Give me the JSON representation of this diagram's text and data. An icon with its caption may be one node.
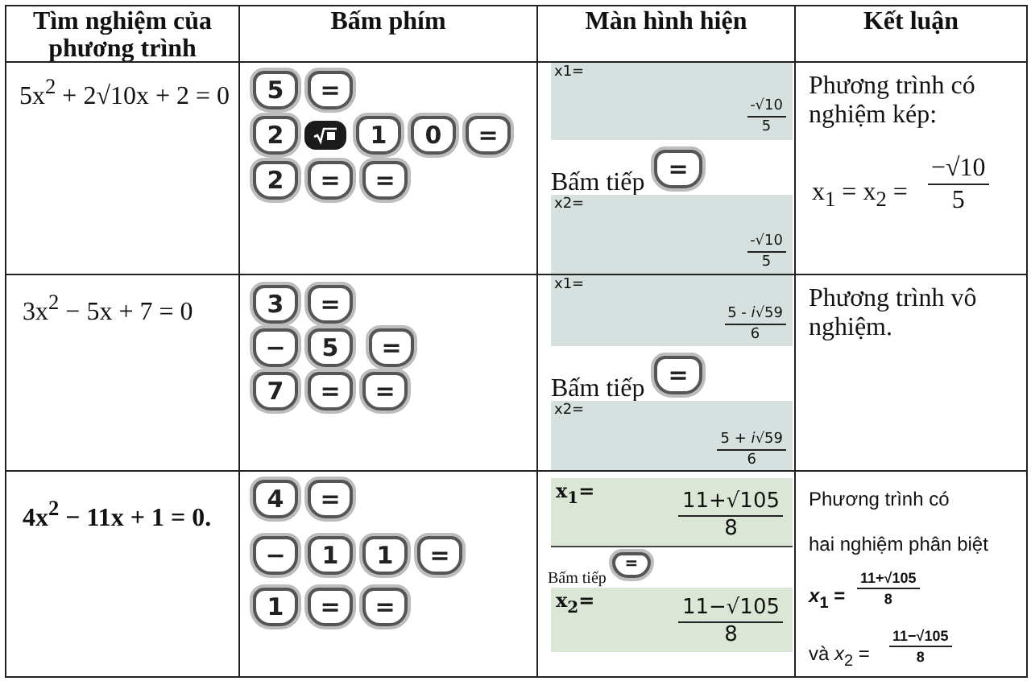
{
  "diagram": {
    "labels": [
      "Tìm nghiệm của phương trình",
      "Bấm phím",
      "Màn hình hiện",
      "Kết luận",
      "5x$^{2}$ + 2√10x + 2 = 0",
      "5",
      "=",
      "2",
      "1",
      "0",
      "=",
      "2",
      "=",
      "=",
      "x1=",
      "-√10",
      "5",
      "Bấm tiếp",
      "=",
      "x2=",
      "-√10",
      "5",
      "Phương trình có nghiệm kép:",
      "x$_{1}$ = x$_{2}$ =",
      "−√10",
      "5",
      "3x$^{2}$ − 5x + 7 = 0",
      "3",
      "=",
      "−",
      "5",
      "=",
      "7",
      "=",
      "=",
      "x1=",
      "5 - *i*√59",
      "6",
      "Bấm tiếp",
      "=",
      "x2=",
      "5 + *i*√59",
      "6",
      "Phương trình vô nghiệm.",
      "4x$^{2}$ − 11x + 1 = 0.",
      "4",
      "=",
      "−",
      "1",
      "1",
      "=",
      "1",
      "=",
      "=",
      "x$_{1}$=",
      "11+√105",
      "8",
      "Bấm tiếp",
      "=",
      "x$_{2}$=",
      "11−√105",
      "8",
      "Phương trình có",
      "hai nghiệm phân biệt",
      "*x*$_{1}$ =",
      "11+√105",
      "8",
      "và *x*$_{2}$ =",
      "11−√105",
      "8"
    ]
  }
}
